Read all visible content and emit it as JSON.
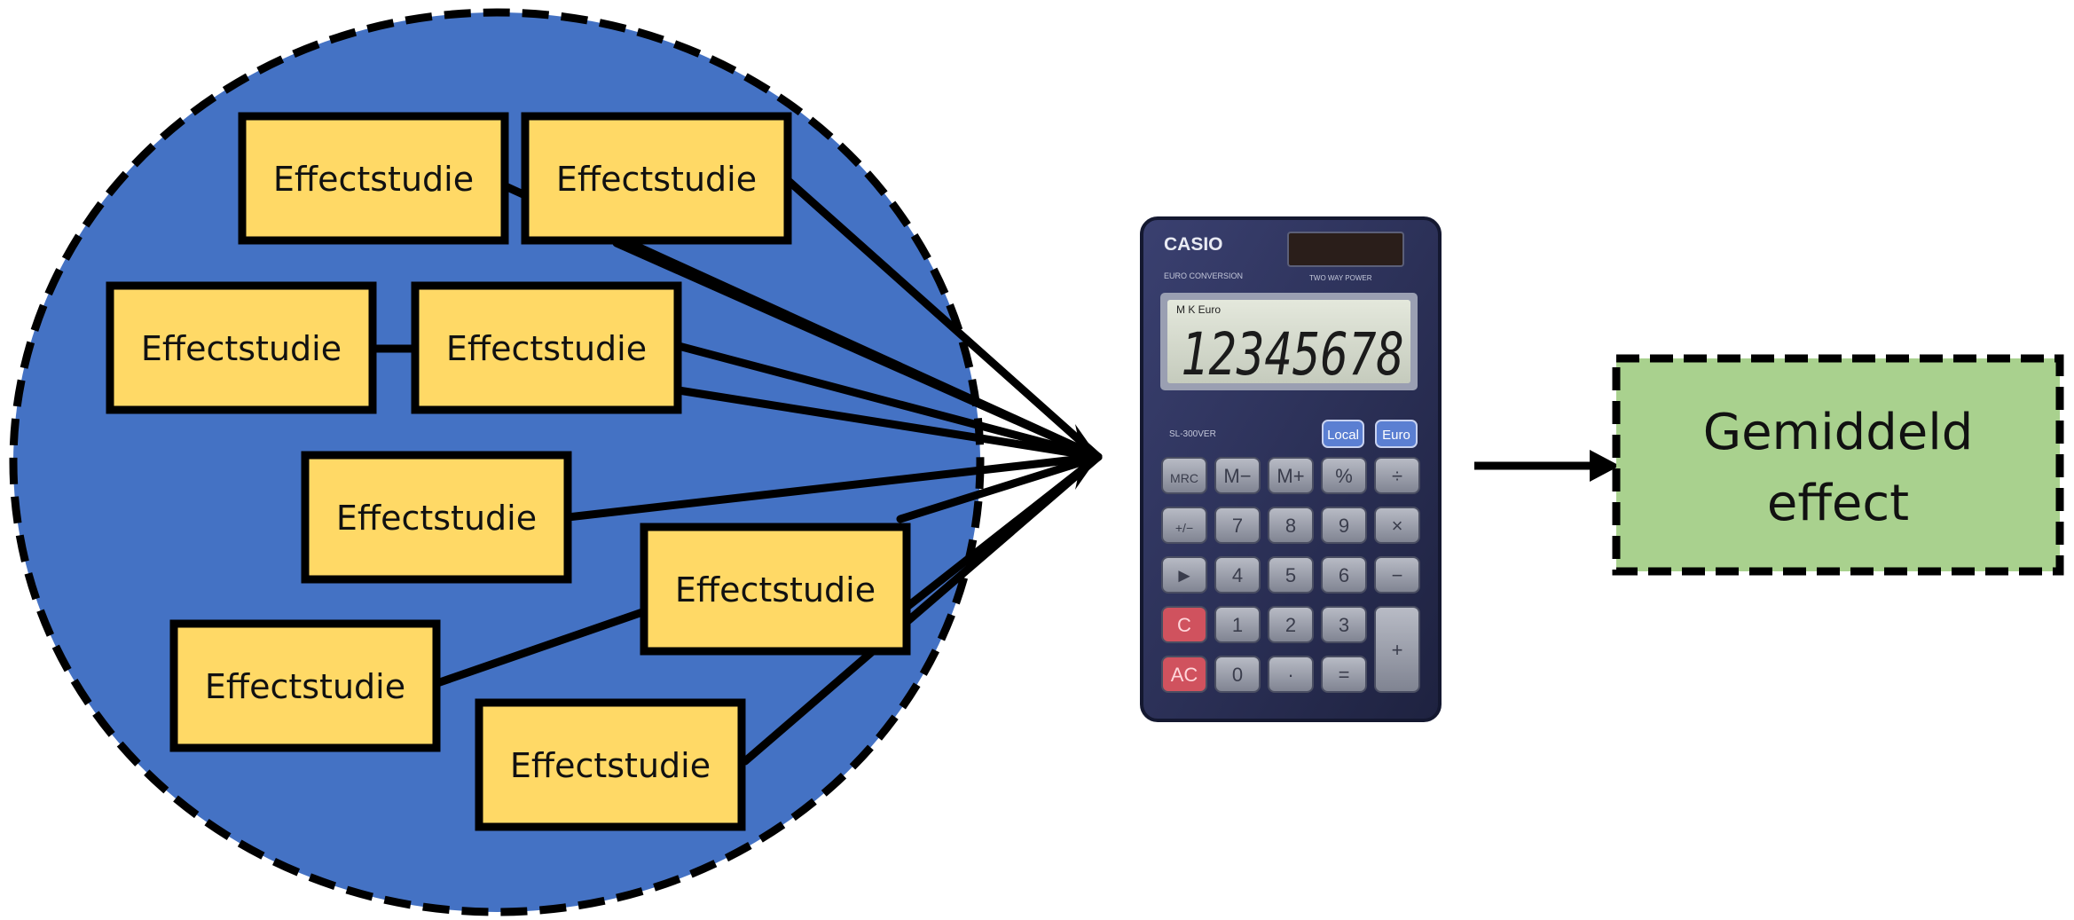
{
  "studies": [
    {
      "label": "Effectstudie"
    },
    {
      "label": "Effectstudie"
    },
    {
      "label": "Effectstudie"
    },
    {
      "label": "Effectstudie"
    },
    {
      "label": "Effectstudie"
    },
    {
      "label": "Effectstudie"
    },
    {
      "label": "Effectstudie"
    },
    {
      "label": "Effectstudie"
    }
  ],
  "calculator": {
    "brand": "CASIO",
    "model_line": "EURO CONVERSION",
    "power_text": "TWO WAY POWER",
    "model": "SL-300VER",
    "display_indicators": "M  K  Euro",
    "display_value": "12345678",
    "euro_label": "Euro",
    "local_label": "Local",
    "keys": [
      [
        "MRC",
        "M−",
        "M+",
        "%",
        "÷"
      ],
      [
        "+/−",
        "7",
        "8",
        "9",
        "×"
      ],
      [
        "►",
        "4",
        "5",
        "6",
        "−"
      ],
      [
        "C",
        "1",
        "2",
        "3",
        "+"
      ],
      [
        "AC",
        "0",
        "·",
        "="
      ]
    ]
  },
  "result": {
    "line1": "Gemiddeld",
    "line2": "effect"
  },
  "colors": {
    "population_fill": "#4472c4",
    "study_fill": "#ffd966",
    "result_fill": "#a9d18e",
    "stroke": "#000000",
    "calculator_body": "#2c3159"
  }
}
